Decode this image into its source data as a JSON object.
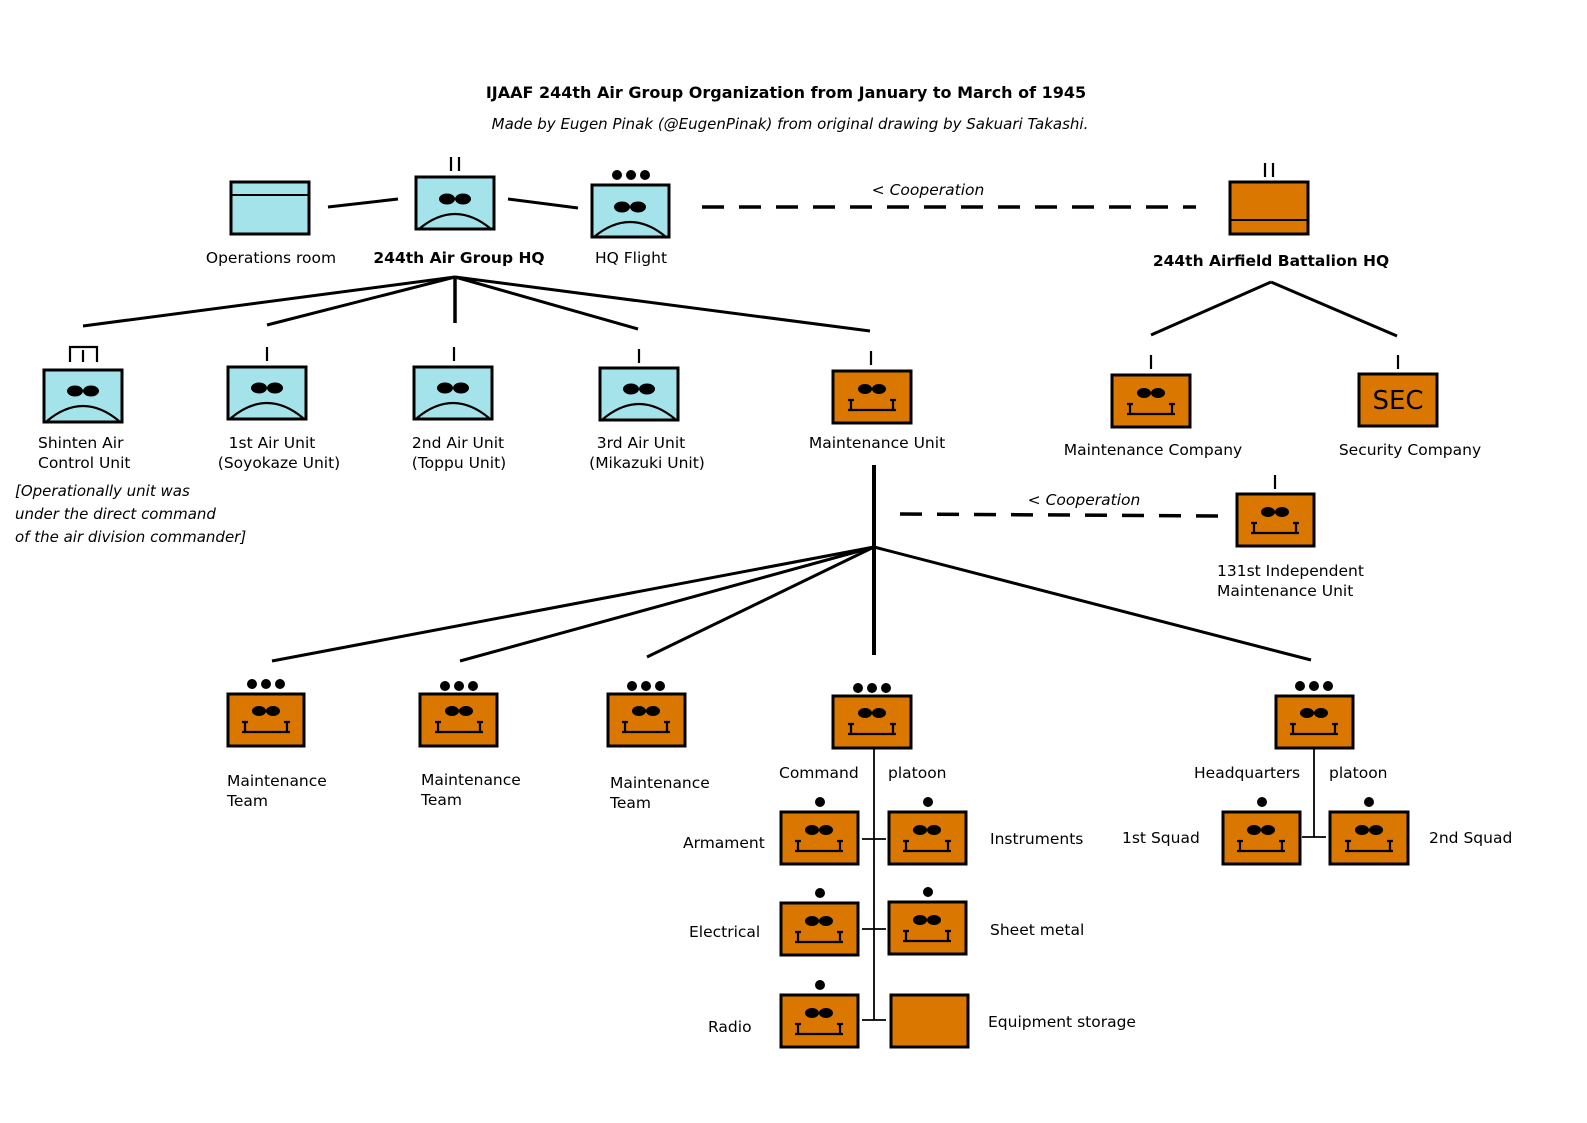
{
  "header": {
    "title": "IJAAF 244th Air Group Organization from January to March of 1945",
    "subtitle": "Made by Eugen Pinak (@EugenPinak) from original drawing by Sakuari Takashi."
  },
  "colors": {
    "air": "#a4e3ea",
    "ground": "#d97700",
    "line": "#000000"
  },
  "labels": {
    "operations_room": "Operations room",
    "air_group_hq": "244th Air Group HQ",
    "hq_flight": "HQ Flight",
    "cooperation": "< Cooperation",
    "airfield_battalion_hq": "244th Airfield Battalion HQ",
    "shinten": [
      "Shinten Air",
      "Control Unit"
    ],
    "unit1": [
      "1st Air Unit",
      "(Soyokaze Unit)"
    ],
    "unit2": [
      "2nd Air Unit",
      "(Toppu Unit)"
    ],
    "unit3": [
      "3rd Air Unit",
      "(Mikazuki Unit)"
    ],
    "maintenance_unit": "Maintenance Unit",
    "maintenance_company": "Maintenance Company",
    "security_company": "Security Company",
    "sec_text": "SEC",
    "note": [
      "[Operationally unit was",
      "under the direct command",
      "of the air division commander]"
    ],
    "independent_unit": [
      "131st Independent",
      "Maintenance Unit"
    ],
    "maintenance_team": [
      "Maintenance",
      "Team"
    ],
    "command": "Command",
    "platoon": "platoon",
    "headquarters": "Headquarters",
    "armament": "Armament",
    "instruments": "Instruments",
    "electrical": "Electrical",
    "sheet_metal": "Sheet metal",
    "radio": "Radio",
    "equipment_storage": "Equipment storage",
    "squad1": "1st Squad",
    "squad2": "2nd Squad"
  }
}
